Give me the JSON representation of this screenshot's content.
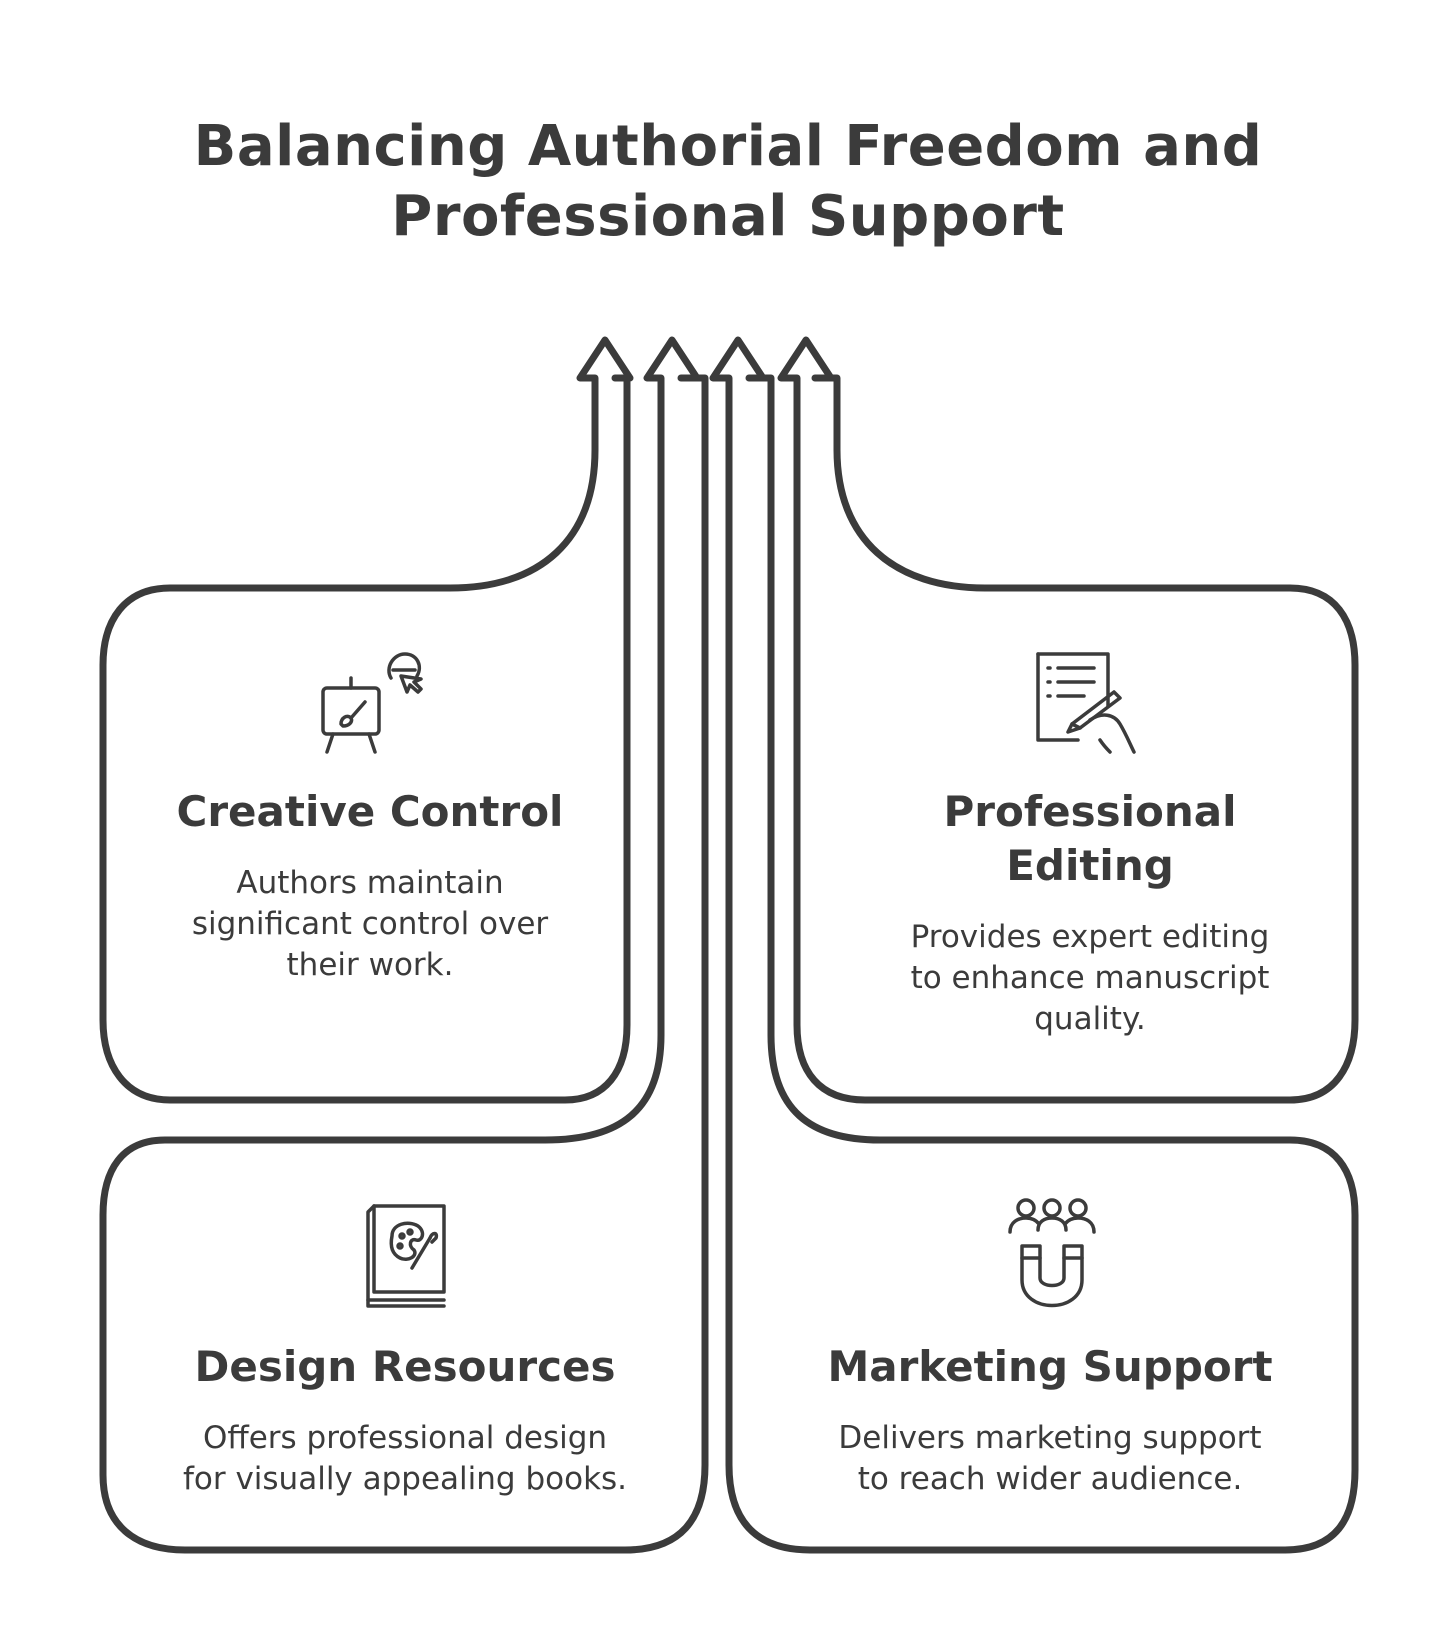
{
  "title": {
    "line1": "Balancing Authorial Freedom and",
    "line2": "Professional Support"
  },
  "cards": {
    "creative_control": {
      "heading": "Creative Control",
      "desc_line1": "Authors maintain",
      "desc_line2": "significant control over",
      "desc_line3": "their work.",
      "icon": "easel-painting-icon"
    },
    "professional_editing": {
      "heading_line1": "Professional",
      "heading_line2": "Editing",
      "desc_line1": "Provides expert editing",
      "desc_line2": "to enhance manuscript",
      "desc_line3": "quality.",
      "icon": "document-editing-icon"
    },
    "design_resources": {
      "heading": "Design Resources",
      "desc_line1": "Offers professional design",
      "desc_line2": "for visually appealing books.",
      "icon": "art-book-icon"
    },
    "marketing_support": {
      "heading": "Marketing Support",
      "desc_line1": "Delivers marketing support",
      "desc_line2": "to reach wider audience.",
      "icon": "magnet-audience-icon"
    }
  },
  "colors": {
    "stroke": "#3b3b3b",
    "background": "#ffffff",
    "text": "#3b3b3b"
  }
}
